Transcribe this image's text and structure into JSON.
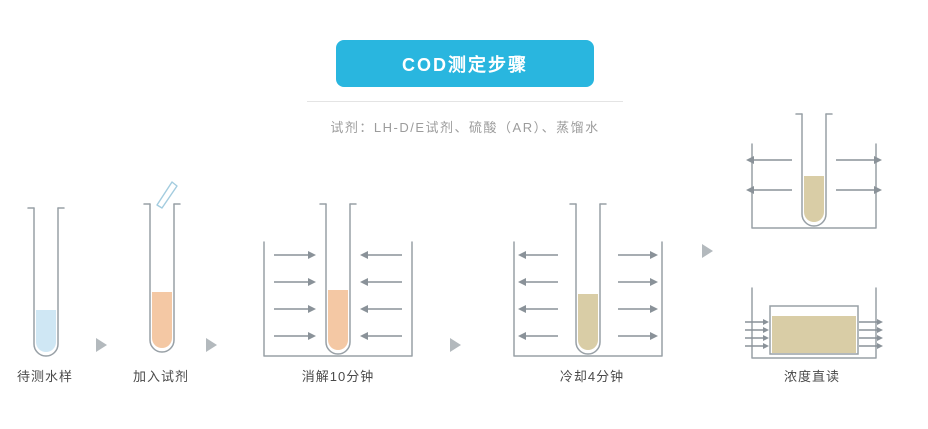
{
  "banner": {
    "title": "COD测定步骤"
  },
  "reagents_note": "试剂：LH-D/E试剂、硫酸（AR）、蒸馏水",
  "steps": [
    {
      "label": "待测水样"
    },
    {
      "label": "加入试剂"
    },
    {
      "label": "消解10分钟"
    },
    {
      "label": "冷却4分钟"
    },
    {
      "label": "浓度直读"
    }
  ],
  "colors": {
    "banner_bg": "#29b6df",
    "banner_text": "#ffffff",
    "outline_gray": "#98a0a6",
    "arrow_gray": "#8a9299",
    "step_arrow_gray": "#b3b9bd",
    "liquid_blue": "#cfe7f4",
    "liquid_orange": "#f4c8a4",
    "liquid_tan": "#d9cda6",
    "label_text": "#4a4a4a",
    "note_text": "#9c9c9c"
  }
}
